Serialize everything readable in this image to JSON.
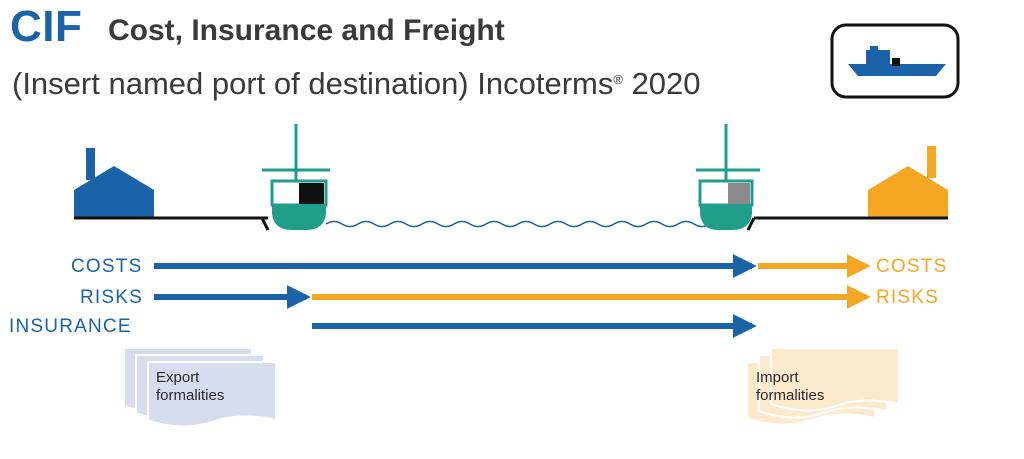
{
  "header": {
    "code": "CIF",
    "name": "Cost, Insurance and Freight",
    "subtitle_main": "(Insert named port of destination) Incoterms",
    "subtitle_mark": "®",
    "subtitle_year": "2020"
  },
  "transport_icon": "ship-icon",
  "rows": {
    "costs_left": "COSTS",
    "costs_right": "COSTS",
    "risks_left": "RISKS",
    "risks_right": "RISKS",
    "insurance": "INSURANCE"
  },
  "docs": {
    "export": [
      "Export",
      "formalities"
    ],
    "import": [
      "Import",
      "formalities"
    ]
  },
  "colors": {
    "seller_blue": "#1a63a8",
    "buyer_orange": "#f5a623",
    "ship_green": "#1f9e89",
    "export_doc": "#d5ddef",
    "import_doc": "#fde9cc"
  }
}
